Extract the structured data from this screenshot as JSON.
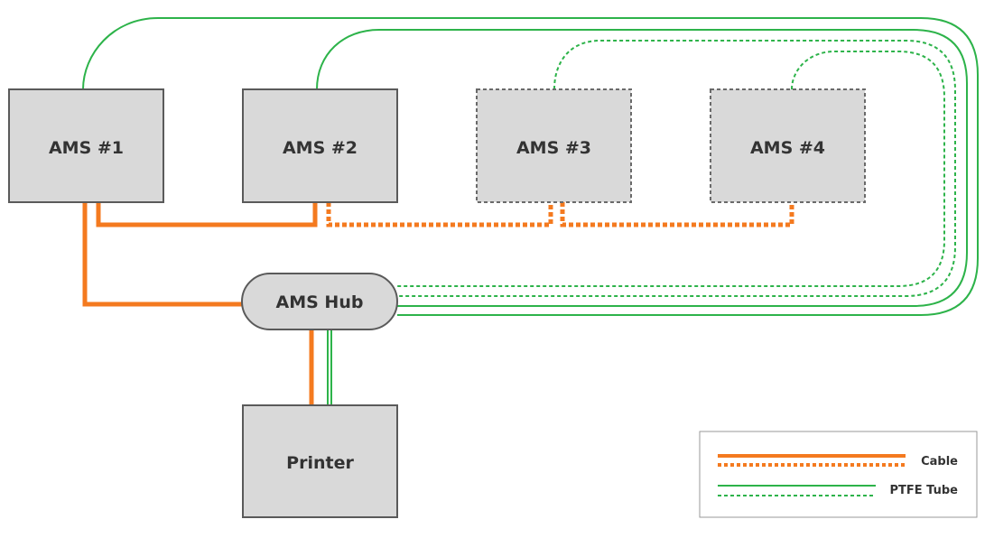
{
  "nodes": {
    "ams1": "AMS #1",
    "ams2": "AMS #2",
    "ams3": "AMS #3",
    "ams4": "AMS #4",
    "hub": "AMS Hub",
    "printer": "Printer"
  },
  "legend": {
    "cable": "Cable",
    "ptfe": "PTFE Tube"
  },
  "colors": {
    "cable": "#f47a1f",
    "ptfe": "#2db34a",
    "box_fill": "#d9d9d9",
    "box_stroke": "#5a5a5a",
    "text": "#333333"
  }
}
